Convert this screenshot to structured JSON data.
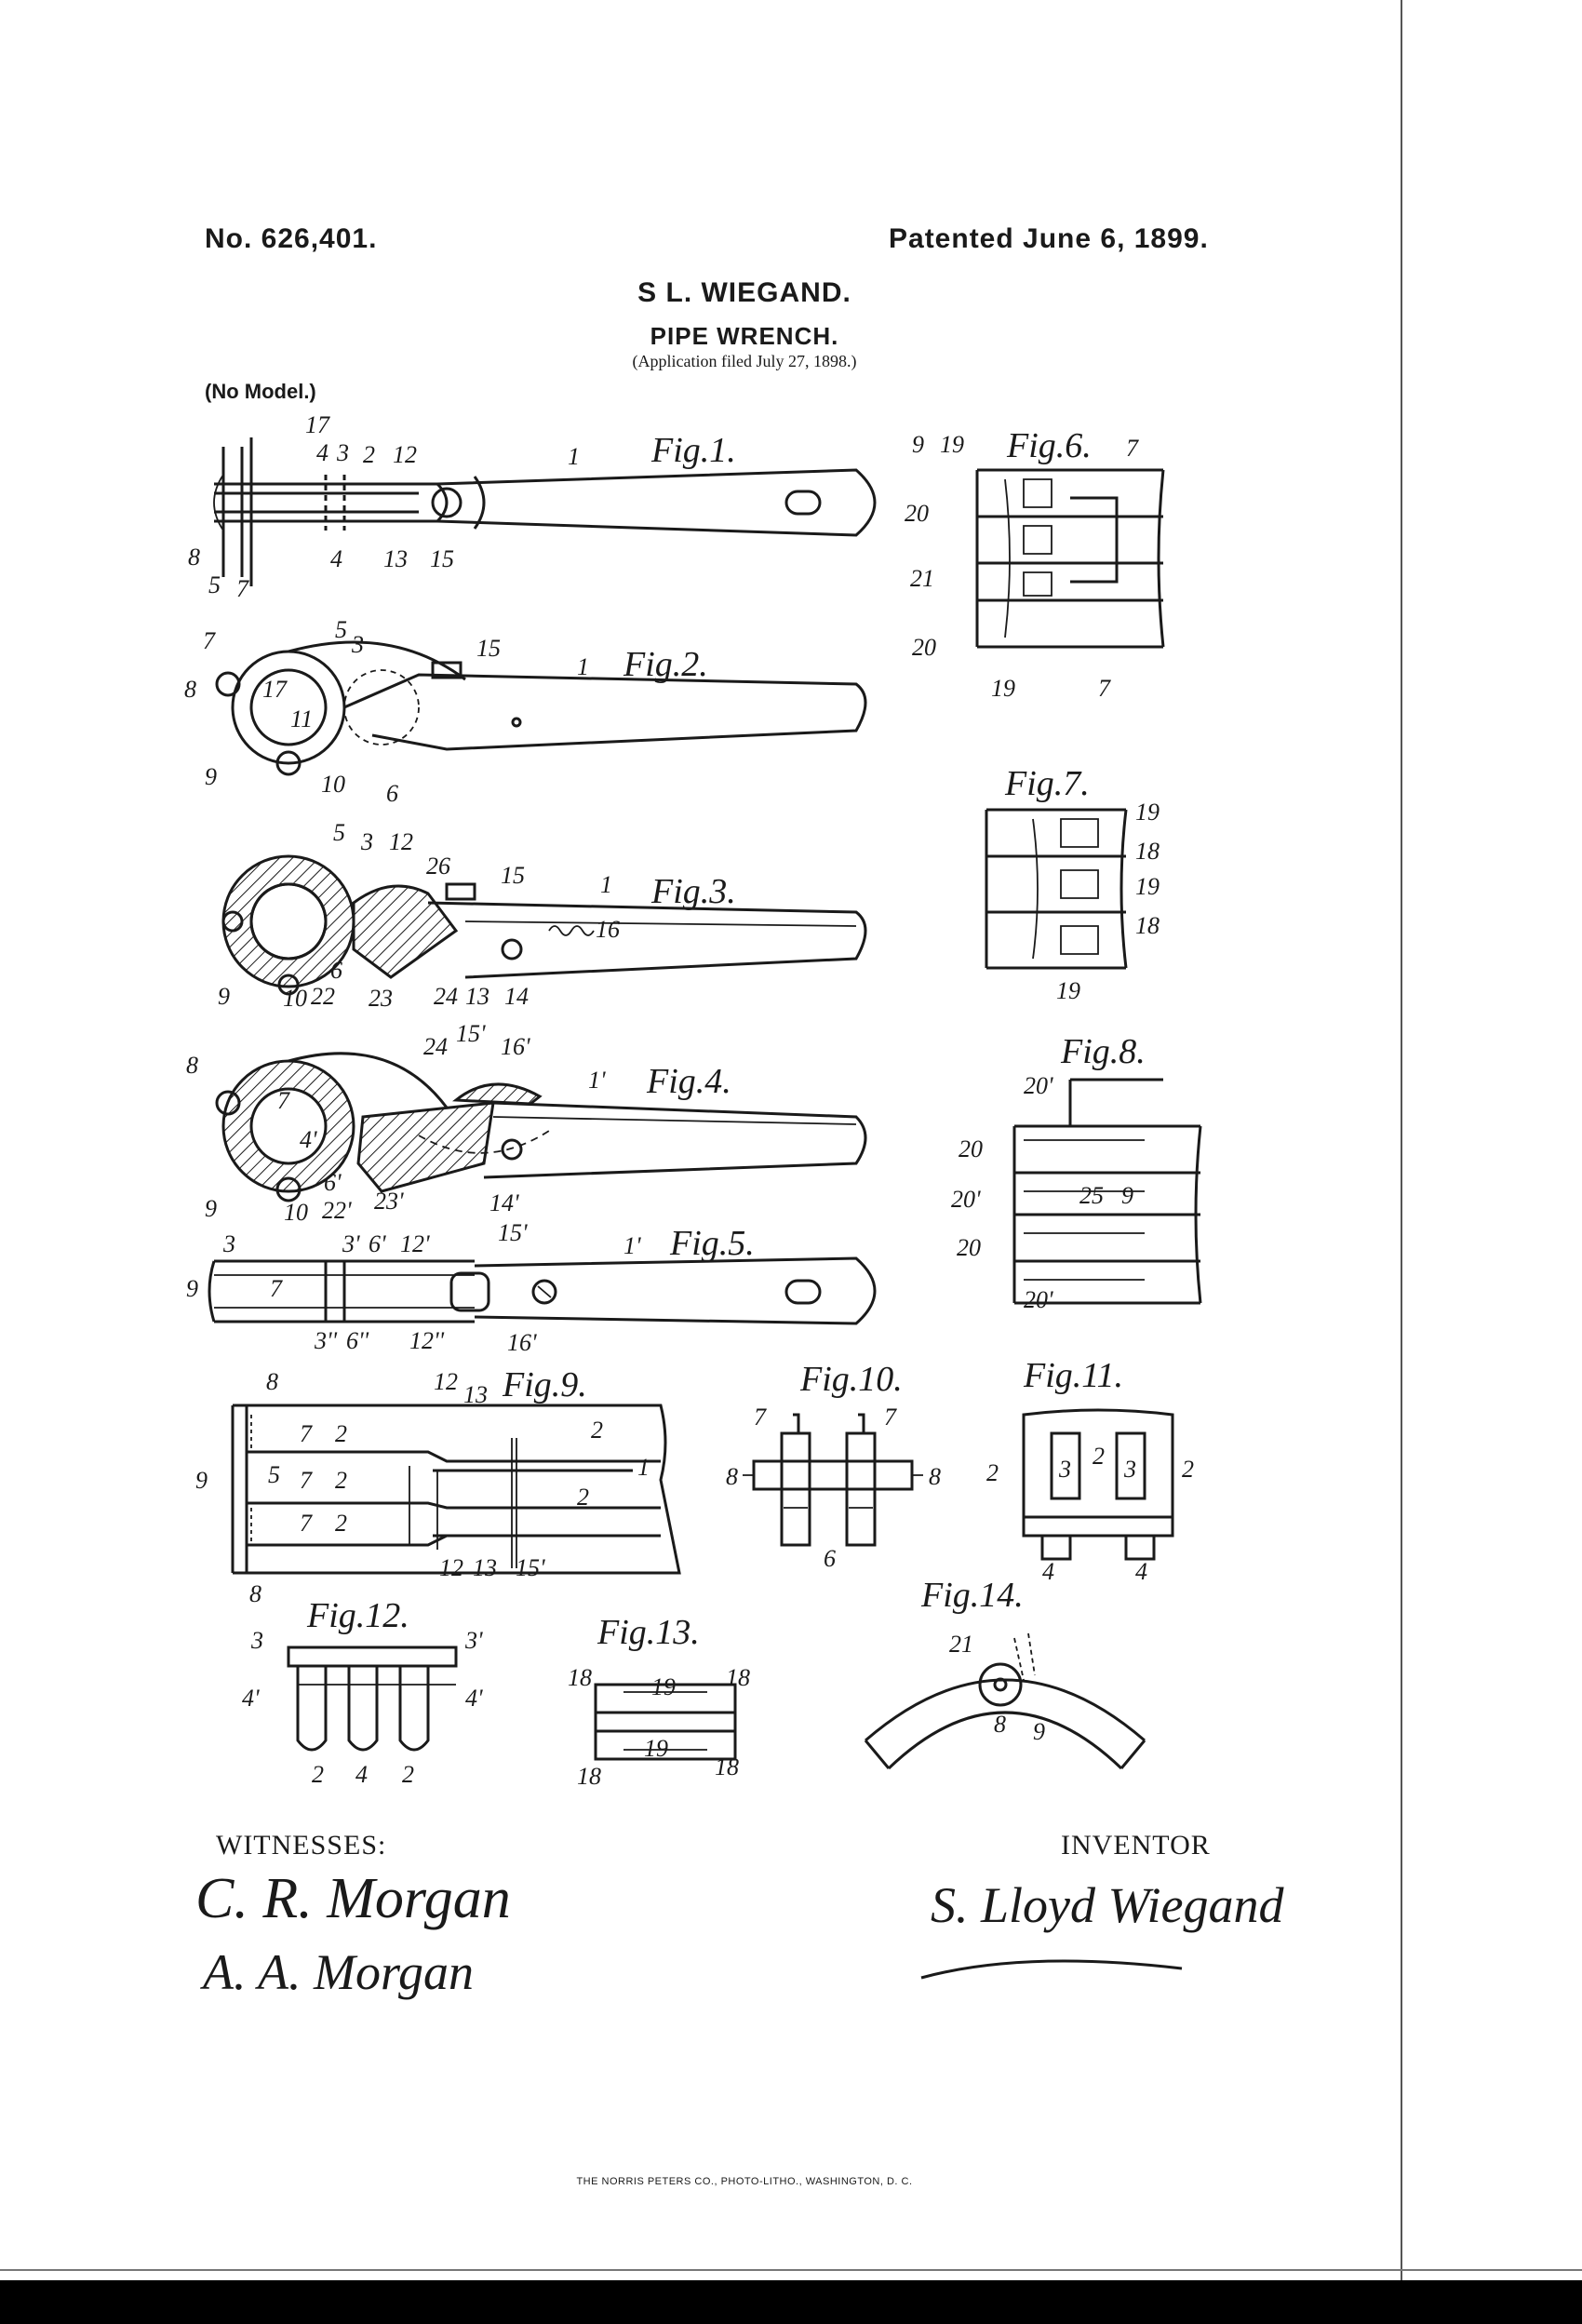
{
  "header": {
    "patent_number": "No. 626,401.",
    "patent_date": "Patented June 6, 1899.",
    "inventor_name": "S L. WIEGAND.",
    "title": "PIPE WRENCH.",
    "application": "(Application filed July 27, 1898.)",
    "model": "(No Model.)"
  },
  "figures": [
    {
      "label": "Fig.1.",
      "refs": [
        "17",
        "4",
        "3",
        "2",
        "12",
        "1",
        "8",
        "5",
        "7",
        "4",
        "13",
        "15"
      ]
    },
    {
      "label": "Fig.2.",
      "refs": [
        "7",
        "5",
        "3",
        "15",
        "1",
        "8",
        "17",
        "11",
        "9",
        "10",
        "6"
      ]
    },
    {
      "label": "Fig.3.",
      "refs": [
        "5",
        "3",
        "12",
        "26",
        "15",
        "1",
        "16",
        "9",
        "10",
        "22",
        "6",
        "23",
        "24",
        "13",
        "14"
      ]
    },
    {
      "label": "Fig.4.",
      "refs": [
        "8",
        "7",
        "4'",
        "24",
        "15'",
        "16'",
        "1'",
        "9",
        "6'",
        "10",
        "22'",
        "23'",
        "14'"
      ]
    },
    {
      "label": "Fig.5.",
      "refs": [
        "3",
        "3'",
        "6'",
        "12'",
        "15'",
        "1'",
        "9",
        "7",
        "3''",
        "6''",
        "12''",
        "16'"
      ]
    },
    {
      "label": "Fig.6.",
      "refs": [
        "9",
        "19",
        "7",
        "20",
        "21",
        "20",
        "19",
        "7"
      ]
    },
    {
      "label": "Fig.7.",
      "refs": [
        "19",
        "18",
        "19",
        "18",
        "19"
      ]
    },
    {
      "label": "Fig.8.",
      "refs": [
        "20'",
        "20",
        "20'",
        "25",
        "9",
        "20",
        "20'"
      ]
    },
    {
      "label": "Fig.9.",
      "refs": [
        "8",
        "12",
        "13",
        "2",
        "7",
        "2",
        "9",
        "5",
        "7",
        "2",
        "1",
        "7",
        "2",
        "2",
        "8",
        "12",
        "13",
        "15'"
      ]
    },
    {
      "label": "Fig.10.",
      "refs": [
        "7",
        "7",
        "8",
        "8",
        "6"
      ]
    },
    {
      "label": "Fig.11.",
      "refs": [
        "2",
        "3",
        "2",
        "3",
        "2",
        "4",
        "4"
      ]
    },
    {
      "label": "Fig.12.",
      "refs": [
        "3",
        "3'",
        "4'",
        "4'",
        "2",
        "4",
        "2"
      ]
    },
    {
      "label": "Fig.13.",
      "refs": [
        "18",
        "19",
        "18",
        "19",
        "18",
        "18"
      ]
    },
    {
      "label": "Fig.14.",
      "refs": [
        "21",
        "8",
        "9"
      ]
    }
  ],
  "footer": {
    "witnesses_label": "WITNESSES:",
    "witness_1": "C. R. Morgan",
    "witness_2": "A. A. Morgan",
    "inventor_label": "INVENTOR",
    "inventor_signature": "S. Lloyd Wiegand",
    "printer": "THE NORRIS PETERS CO., PHOTO-LITHO., WASHINGTON, D. C."
  }
}
